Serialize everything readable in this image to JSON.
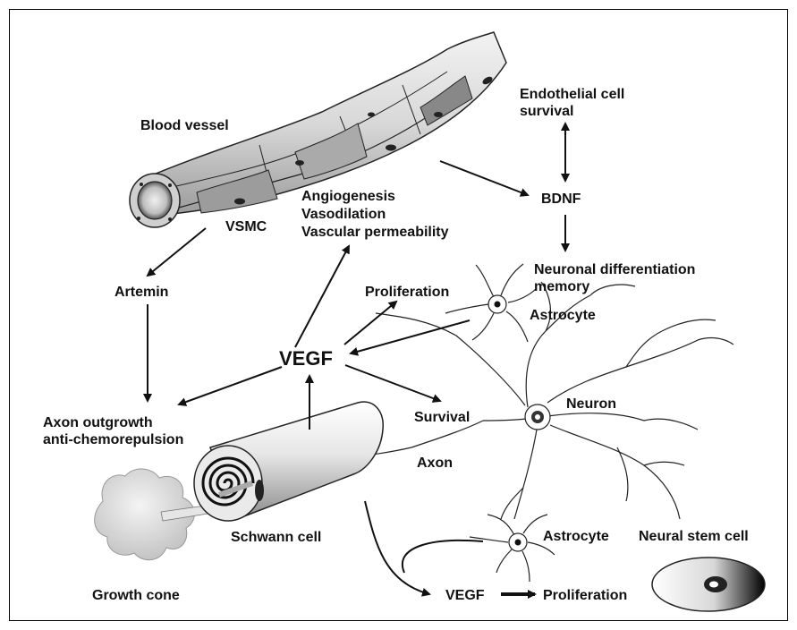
{
  "labels": {
    "blood_vessel": "Blood vessel",
    "vsmc": "VSMC",
    "angiogenesis": "Angiogenesis",
    "vasodilation": "Vasodilation",
    "vascular_permeability": "Vascular permeability",
    "endothelial_line1": "Endothelial cell",
    "endothelial_line2": "survival",
    "bdnf": "BDNF",
    "neuronal_diff_line1": "Neuronal differentiation",
    "neuronal_diff_line2": "memory",
    "artemin": "Artemin",
    "proliferation_top": "Proliferation",
    "astrocyte_top": "Astrocyte",
    "vegf_main": "VEGF",
    "neuron": "Neuron",
    "survival": "Survival",
    "axon_outgrowth_line1": "Axon outgrowth",
    "axon_outgrowth_line2": "anti-chemorepulsion",
    "axon": "Axon",
    "schwann_cell": "Schwann cell",
    "astrocyte_bottom": "Astrocyte",
    "neural_stem_cell": "Neural stem cell",
    "growth_cone": "Growth cone",
    "vegf_bottom": "VEGF",
    "proliferation_bottom": "Proliferation"
  }
}
